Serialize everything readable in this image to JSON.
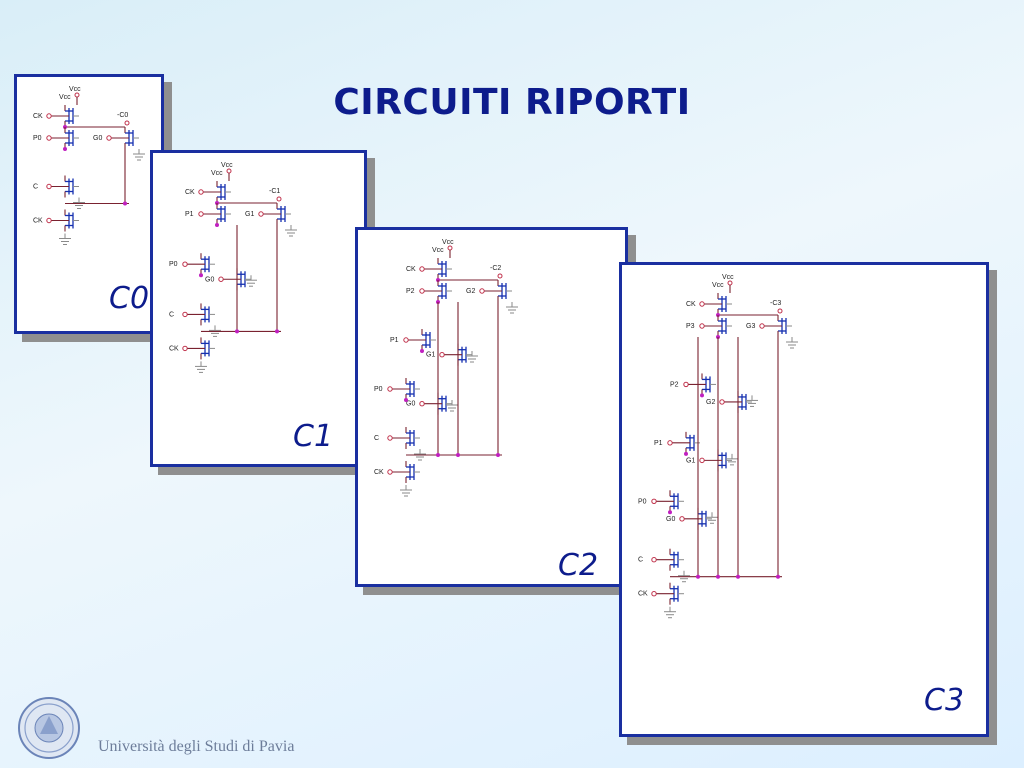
{
  "title": "CIRCUITI RIPORTI",
  "footer": "Università degli Studi di Pavia",
  "panels": [
    {
      "label": "C0",
      "out": "-C0",
      "vcc": "Vcc",
      "ck": "CK",
      "c": "C",
      "p": [
        "P0"
      ],
      "g": [
        "G0"
      ]
    },
    {
      "label": "C1",
      "out": "-C1",
      "vcc": "Vcc",
      "ck": "CK",
      "c": "C",
      "p": [
        "P1",
        "P0"
      ],
      "g": [
        "G1",
        "G0"
      ]
    },
    {
      "label": "C2",
      "out": "-C2",
      "vcc": "Vcc",
      "ck": "CK",
      "c": "C",
      "p": [
        "P2",
        "P1",
        "P0"
      ],
      "g": [
        "G2",
        "G1",
        "G0"
      ]
    },
    {
      "label": "C3",
      "out": "-C3",
      "vcc": "Vcc",
      "ck": "CK",
      "c": "C",
      "p": [
        "P3",
        "P2",
        "P1",
        "P0"
      ],
      "g": [
        "G3",
        "G2",
        "G1",
        "G0"
      ]
    }
  ],
  "colors": {
    "border": "#1a2fa0",
    "title": "#0d1c8c",
    "wire": "#7a2230",
    "transistor": "#1530b0",
    "node": "#c020c0"
  }
}
